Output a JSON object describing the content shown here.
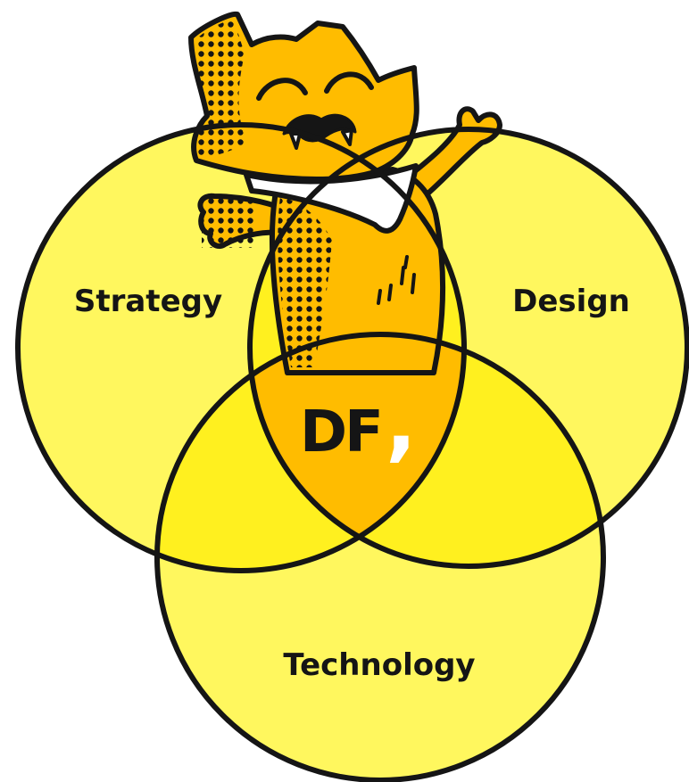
{
  "venn": {
    "circles": [
      {
        "label": "Strategy"
      },
      {
        "label": "Design"
      },
      {
        "label": "Technology"
      }
    ],
    "center_logo": "DF",
    "center_logo_comma": ","
  },
  "mascot": {
    "icon": "cat-mascot-icon"
  },
  "colors": {
    "circle_fill": "#FFF75E",
    "overlap_fill": "#FFF01F",
    "mascot_orange": "#FFBC00",
    "outline": "#151515",
    "bandana": "#FFFFFF"
  }
}
